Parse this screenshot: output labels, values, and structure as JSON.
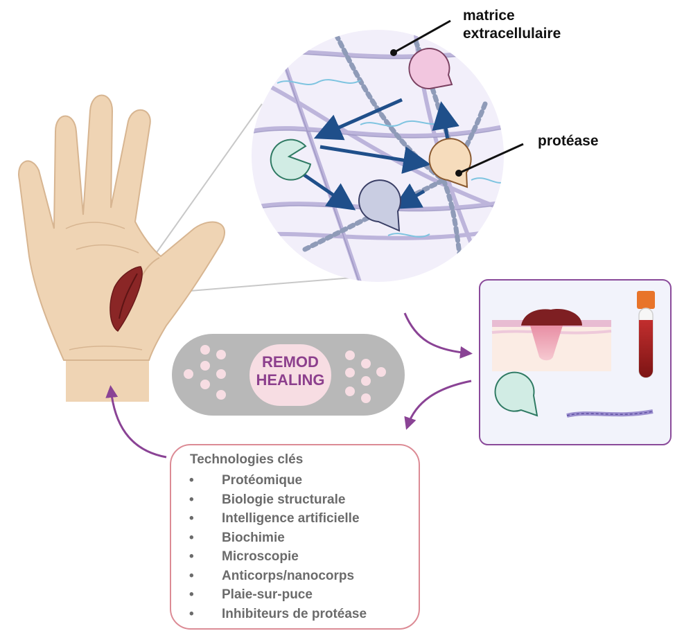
{
  "labels": {
    "matrix_line1": "matrice",
    "matrix_line2": "extracellulaire",
    "protease": "protéase"
  },
  "bandage": {
    "line1": "REMOD",
    "line2": "HEALING"
  },
  "technologies": {
    "title": "Technologies clés",
    "bullet": "•",
    "items": [
      "Protéomique",
      "Biologie structurale",
      "Intelligence artificielle",
      "Biochimie",
      "Microscopie",
      "Anticorps/nanocorps",
      "Plaie-sur-puce",
      "Inhibiteurs de protéase"
    ]
  },
  "colors": {
    "skin": "#efd4b4",
    "skin_outline": "#d7b591",
    "wound": "#8a2626",
    "matrix_bg": "#f2effa",
    "fiber": "#b7aed8",
    "arrow_blue": "#1f4f8a",
    "cycle_arrow": "#8a4395",
    "box_border": "#8a4a9a",
    "tech_border": "#dc8b95",
    "bandage_gray": "#b8b8b8",
    "bandage_pad": "#f7dde3",
    "bandage_text": "#8c3f8d"
  }
}
